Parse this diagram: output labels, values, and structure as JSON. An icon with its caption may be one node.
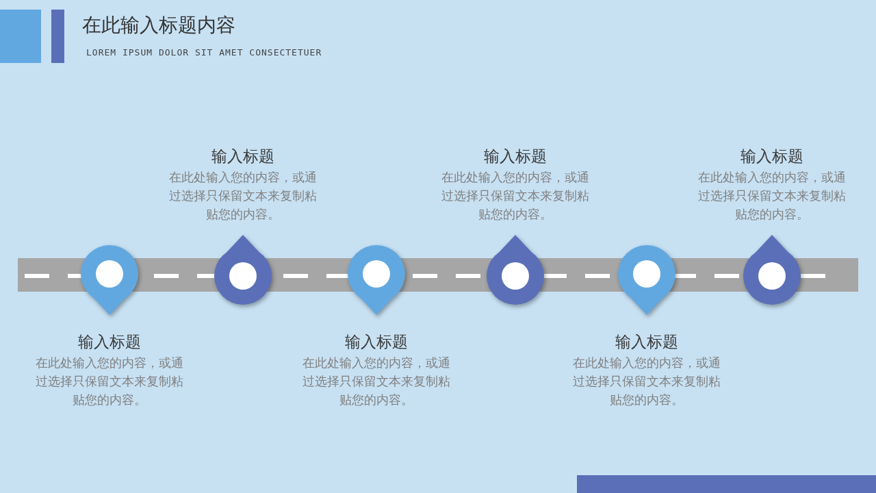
{
  "diagram": {
    "title": "在此输入标题内容",
    "nodes": [
      {
        "text": [
          "输入标题",
          "在此处输入您的内容，或通过选择只保留文本来复制粘贴您的内容。"
        ]
      },
      {
        "text": [
          "输入标题",
          "在此处输入您的内容，或通过选择只保留文本来复制粘贴您的内容。"
        ]
      },
      {
        "text": [
          "输入标题",
          "在此处输入您的内容，或通过选择只保留文本来复制粘贴您的内容。"
        ]
      },
      {
        "text": [
          "输入标题",
          "在此处输入您的内容，或通过选择只保留文本来复制粘贴您的内容。"
        ]
      },
      {
        "text": [
          "输入标题",
          "在此处输入您的内容，或通过选择只保留文本来复制粘贴您的内容。"
        ]
      },
      {
        "text": [
          "输入标题",
          "在此处输入您的内容，或通过选择只保留文本来复制粘贴您的内容。"
        ]
      }
    ],
    "labels": [
      "LOREM IPSUM DOLOR SIT AMET CONSECTETUER"
    ]
  }
}
